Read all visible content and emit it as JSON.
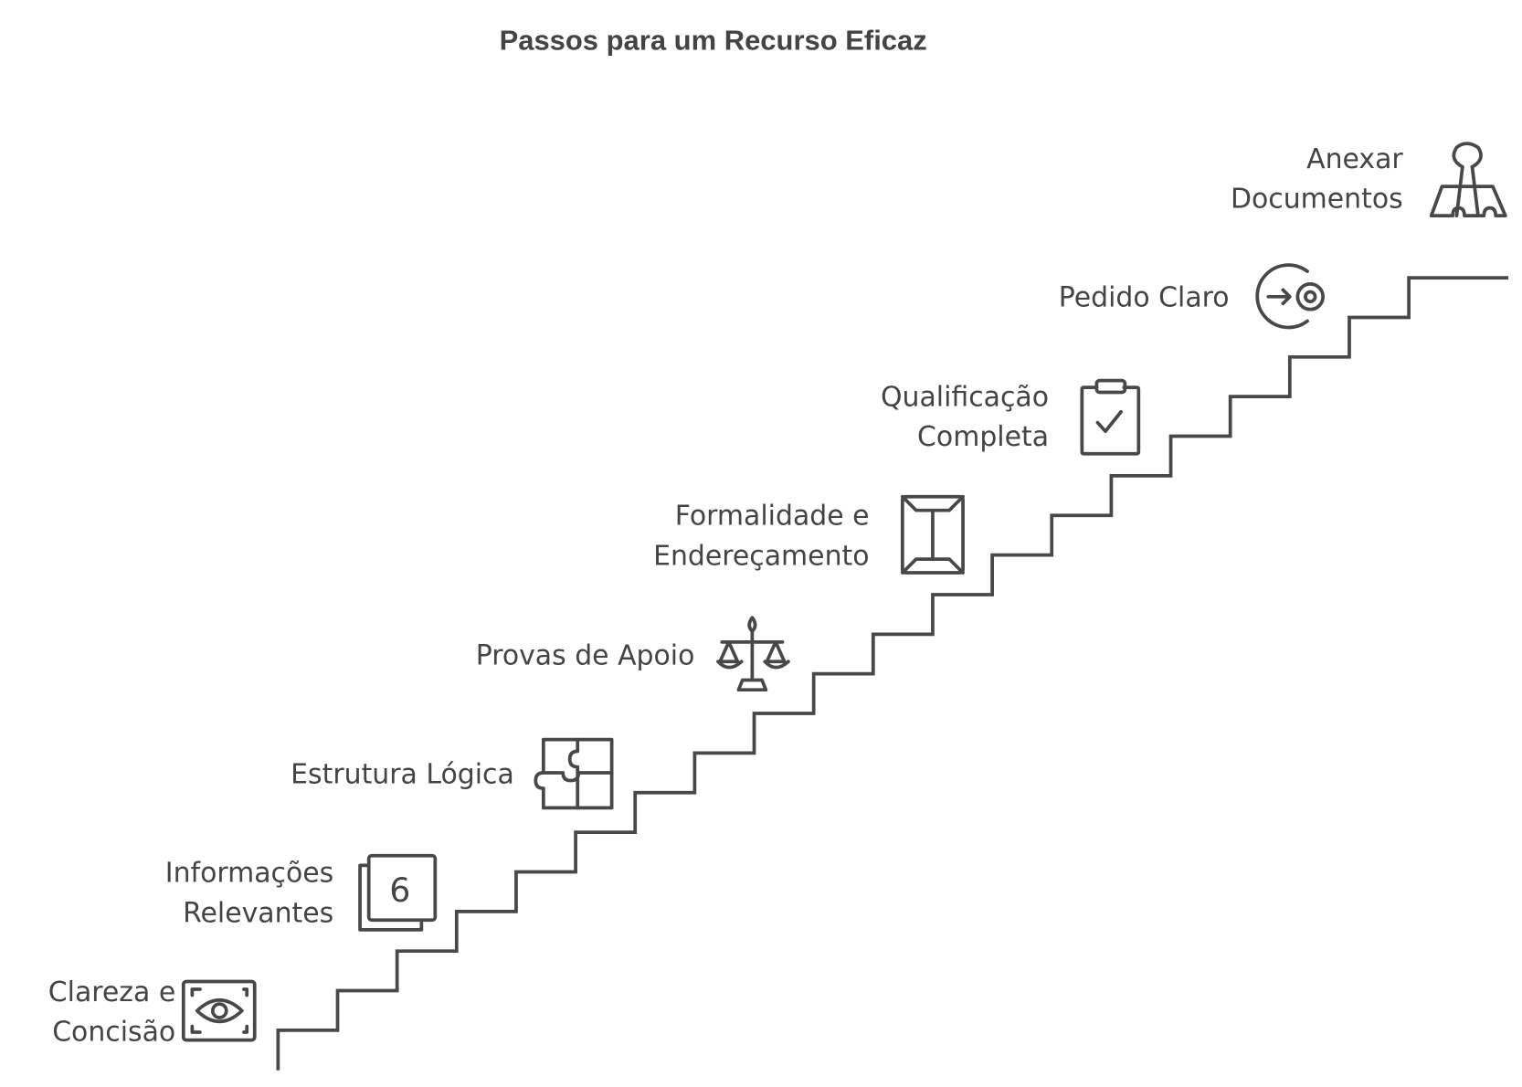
{
  "title": "Passos para um Recurso Eficaz",
  "steps": [
    {
      "lines": [
        "Clareza e",
        "Concisão"
      ],
      "icon": "eye-focus-icon"
    },
    {
      "lines": [
        "Informações",
        "Relevantes"
      ],
      "icon": "number-six-cards-icon",
      "icon_text": "6"
    },
    {
      "lines": [
        "Estrutura Lógica"
      ],
      "icon": "puzzle-icon"
    },
    {
      "lines": [
        "Provas de Apoio"
      ],
      "icon": "scales-icon"
    },
    {
      "lines": [
        "Formalidade e",
        "Endereçamento"
      ],
      "icon": "envelope-icon"
    },
    {
      "lines": [
        "Qualificação",
        "Completa"
      ],
      "icon": "clipboard-check-icon"
    },
    {
      "lines": [
        "Pedido Claro"
      ],
      "icon": "target-arrow-icon"
    },
    {
      "lines": [
        "Anexar",
        "Documentos"
      ],
      "icon": "binder-clip-icon"
    }
  ],
  "colors": {
    "stroke": "#484848",
    "text": "#444444"
  }
}
